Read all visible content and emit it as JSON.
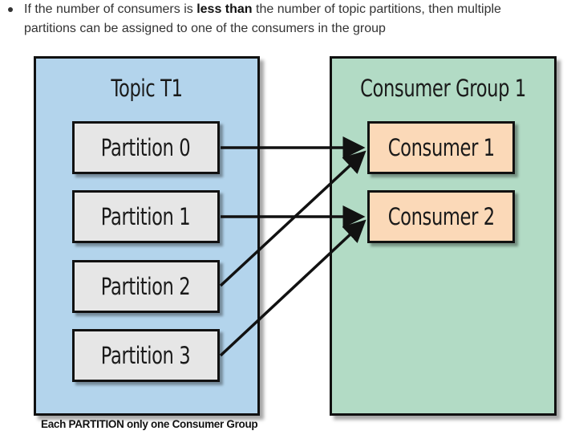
{
  "bullet": {
    "part1": "If the number of consumers is ",
    "bold": "less than",
    "part2": " the number of topic partitions, then multiple partitions can be assigned to one of the consumers in the group"
  },
  "topic": {
    "title": "Topic T1",
    "partitions": [
      "Partition 0",
      "Partition 1",
      "Partition 2",
      "Partition 3"
    ]
  },
  "consumer_group": {
    "title": "Consumer Group 1",
    "consumers": [
      "Consumer 1",
      "Consumer 2"
    ]
  },
  "assignments": [
    {
      "from": "Partition 0",
      "to": "Consumer 1"
    },
    {
      "from": "Partition 1",
      "to": "Consumer 2"
    },
    {
      "from": "Partition 2",
      "to": "Consumer 1"
    },
    {
      "from": "Partition 3",
      "to": "Consumer 2"
    }
  ],
  "caption": "Each PARTITION only one Consumer Group",
  "colors": {
    "topic_bg": "#b3d4ec",
    "group_bg": "#b2dbc5",
    "partition_bg": "#e6e6e6",
    "consumer_bg": "#fbd9b8"
  }
}
